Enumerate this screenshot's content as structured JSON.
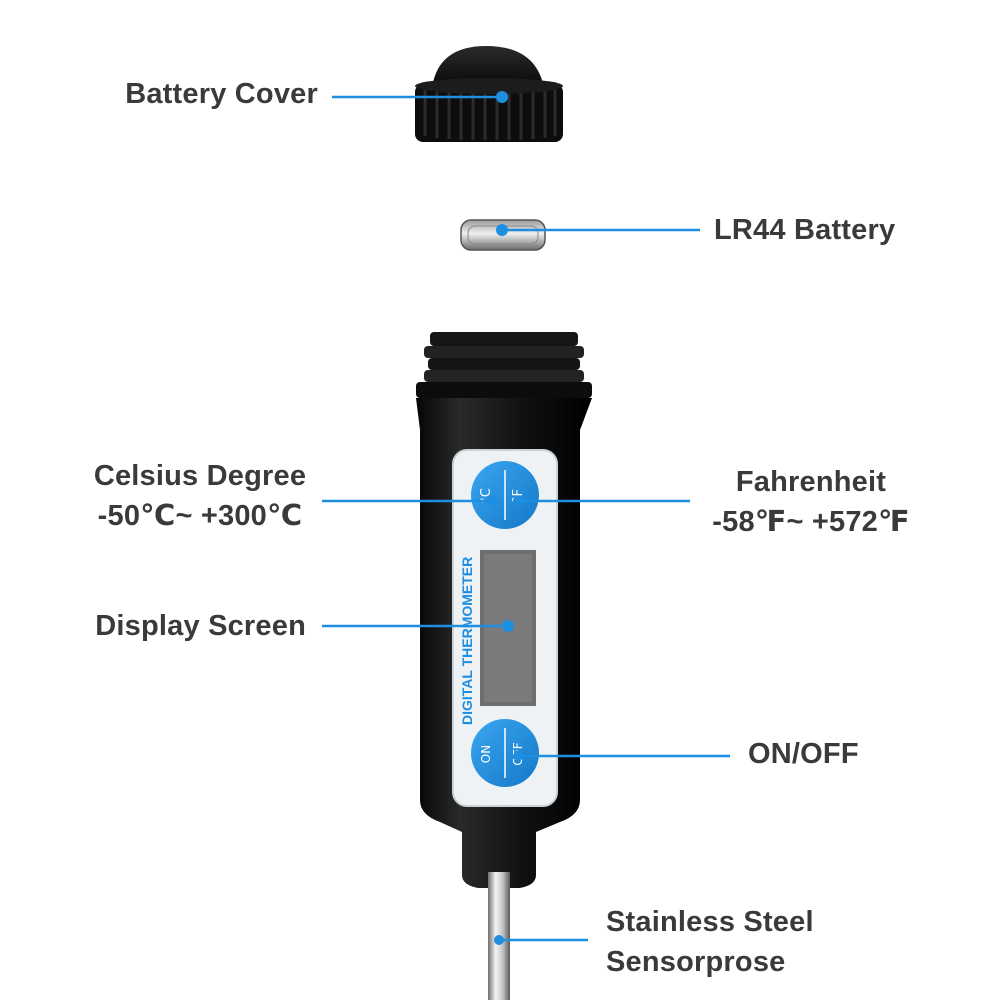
{
  "callouts": {
    "battery_cover": {
      "text": "Battery Cover"
    },
    "battery": {
      "text": "LR44 Battery"
    },
    "celsius": {
      "line1": "Celsius Degree",
      "line2": "-50℃~ +300℃"
    },
    "fahrenheit": {
      "line1": "Fahrenheit",
      "line2": "-58℉~ +572℉"
    },
    "display": {
      "text": "Display Screen"
    },
    "onoff": {
      "text": "ON/OFF"
    },
    "probe": {
      "line1": "Stainless Steel",
      "line2": "Sensorprose"
    }
  },
  "device": {
    "brand_text": "DIGITAL THERMOMETER",
    "unit_button": {
      "top": "°C",
      "bottom": "°F"
    },
    "power_button": {
      "top": "ON",
      "bottom": "OFF"
    }
  },
  "colors": {
    "accent_blue": "#1e8fe0",
    "body_black": "#111111",
    "label_gray": "#3a3a3a"
  }
}
